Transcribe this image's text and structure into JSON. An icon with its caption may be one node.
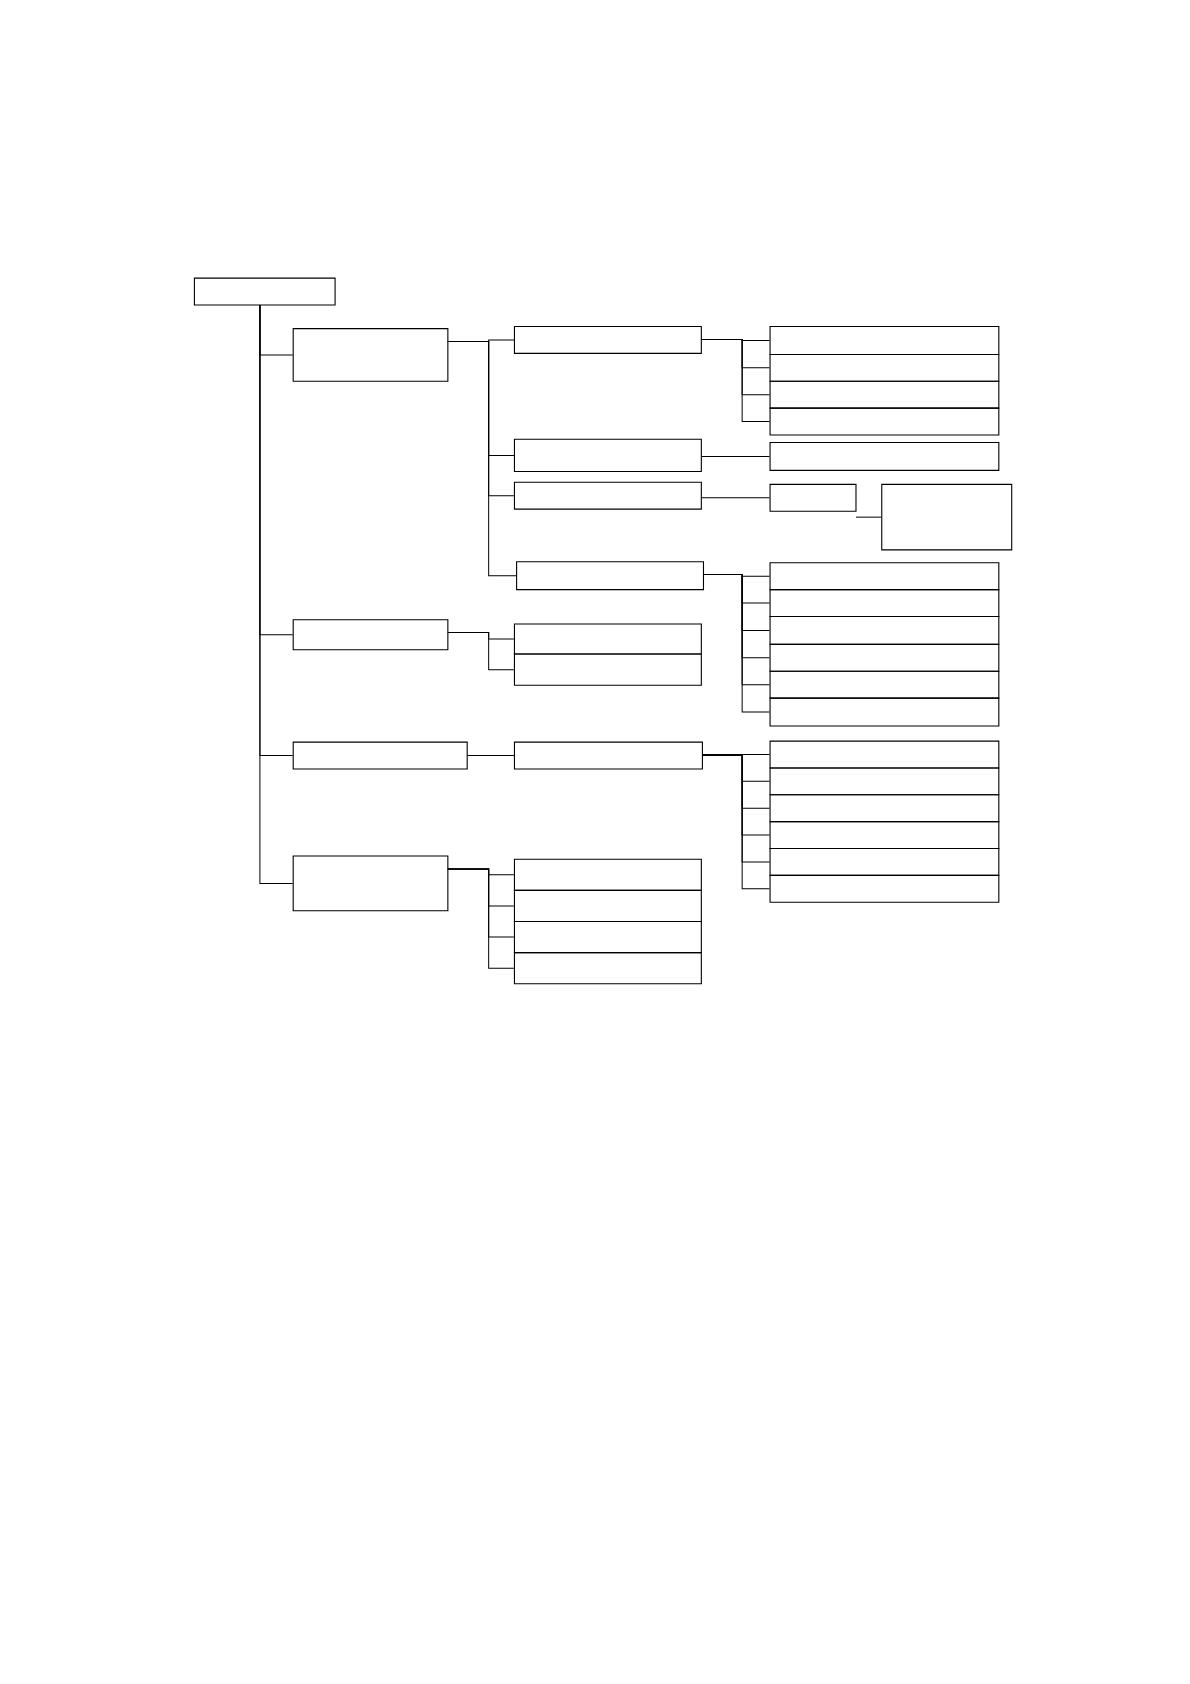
{
  "diagram": {
    "nodes": [
      {
        "text": [],
        "shape": "box"
      },
      {
        "text": [],
        "shape": "box"
      },
      {
        "text": [],
        "shape": "box"
      },
      {
        "text": [],
        "shape": "box"
      },
      {
        "text": [],
        "shape": "box"
      },
      {
        "text": [],
        "shape": "box"
      },
      {
        "text": [],
        "shape": "box"
      },
      {
        "text": [],
        "shape": "box"
      },
      {
        "text": [],
        "shape": "box"
      },
      {
        "text": [],
        "shape": "box"
      },
      {
        "text": [],
        "shape": "box"
      },
      {
        "text": [],
        "shape": "box"
      },
      {
        "text": [],
        "shape": "box"
      },
      {
        "text": [],
        "shape": "box"
      },
      {
        "text": [],
        "shape": "box"
      },
      {
        "text": [],
        "shape": "box"
      },
      {
        "text": [],
        "shape": "box"
      },
      {
        "text": [],
        "shape": "box"
      },
      {
        "text": [],
        "shape": "box"
      },
      {
        "text": [],
        "shape": "box"
      },
      {
        "text": [],
        "shape": "box"
      },
      {
        "text": [],
        "shape": "box"
      },
      {
        "text": [],
        "shape": "box"
      },
      {
        "text": [],
        "shape": "box"
      },
      {
        "text": [],
        "shape": "box"
      },
      {
        "text": [],
        "shape": "box"
      },
      {
        "text": [],
        "shape": "box"
      },
      {
        "text": [],
        "shape": "box"
      },
      {
        "text": [],
        "shape": "box"
      },
      {
        "text": [],
        "shape": "box"
      },
      {
        "text": [],
        "shape": "box"
      },
      {
        "text": [],
        "shape": "box"
      },
      {
        "text": [],
        "shape": "box"
      },
      {
        "text": [],
        "shape": "box"
      },
      {
        "text": [],
        "shape": "box"
      }
    ],
    "edges": [
      {
        "from": 0,
        "to": 1,
        "arrow": "none"
      },
      {
        "from": 1,
        "to": 2,
        "arrow": "none"
      },
      {
        "from": 2,
        "to": 3,
        "arrow": "none"
      },
      {
        "from": 2,
        "to": 4,
        "arrow": "none"
      },
      {
        "from": 2,
        "to": 5,
        "arrow": "none"
      },
      {
        "from": 2,
        "to": 6,
        "arrow": "none"
      },
      {
        "from": 1,
        "to": 7,
        "arrow": "none"
      },
      {
        "from": 7,
        "to": 8,
        "arrow": "none"
      },
      {
        "from": 1,
        "to": 9,
        "arrow": "none"
      },
      {
        "from": 9,
        "to": 10,
        "arrow": "none"
      },
      {
        "from": 10,
        "to": 11,
        "arrow": "none"
      },
      {
        "from": 1,
        "to": 12,
        "arrow": "none"
      },
      {
        "from": 12,
        "to": 13,
        "arrow": "none"
      },
      {
        "from": 12,
        "to": 14,
        "arrow": "none"
      },
      {
        "from": 12,
        "to": 15,
        "arrow": "none"
      },
      {
        "from": 12,
        "to": 16,
        "arrow": "none"
      },
      {
        "from": 12,
        "to": 17,
        "arrow": "none"
      },
      {
        "from": 12,
        "to": 18,
        "arrow": "none"
      },
      {
        "from": 0,
        "to": 19,
        "arrow": "none"
      },
      {
        "from": 19,
        "to": 20,
        "arrow": "none"
      },
      {
        "from": 19,
        "to": 21,
        "arrow": "none"
      },
      {
        "from": 0,
        "to": 22,
        "arrow": "none"
      },
      {
        "from": 22,
        "to": 23,
        "arrow": "none"
      },
      {
        "from": 23,
        "to": 24,
        "arrow": "none"
      },
      {
        "from": 23,
        "to": 25,
        "arrow": "none"
      },
      {
        "from": 23,
        "to": 26,
        "arrow": "none"
      },
      {
        "from": 23,
        "to": 27,
        "arrow": "none"
      },
      {
        "from": 23,
        "to": 28,
        "arrow": "none"
      },
      {
        "from": 23,
        "to": 29,
        "arrow": "none"
      },
      {
        "from": 0,
        "to": 30,
        "arrow": "none"
      },
      {
        "from": 30,
        "to": 31,
        "arrow": "none"
      },
      {
        "from": 30,
        "to": 32,
        "arrow": "none"
      },
      {
        "from": 30,
        "to": 33,
        "arrow": "none"
      },
      {
        "from": 30,
        "to": 34,
        "arrow": "none"
      }
    ]
  }
}
